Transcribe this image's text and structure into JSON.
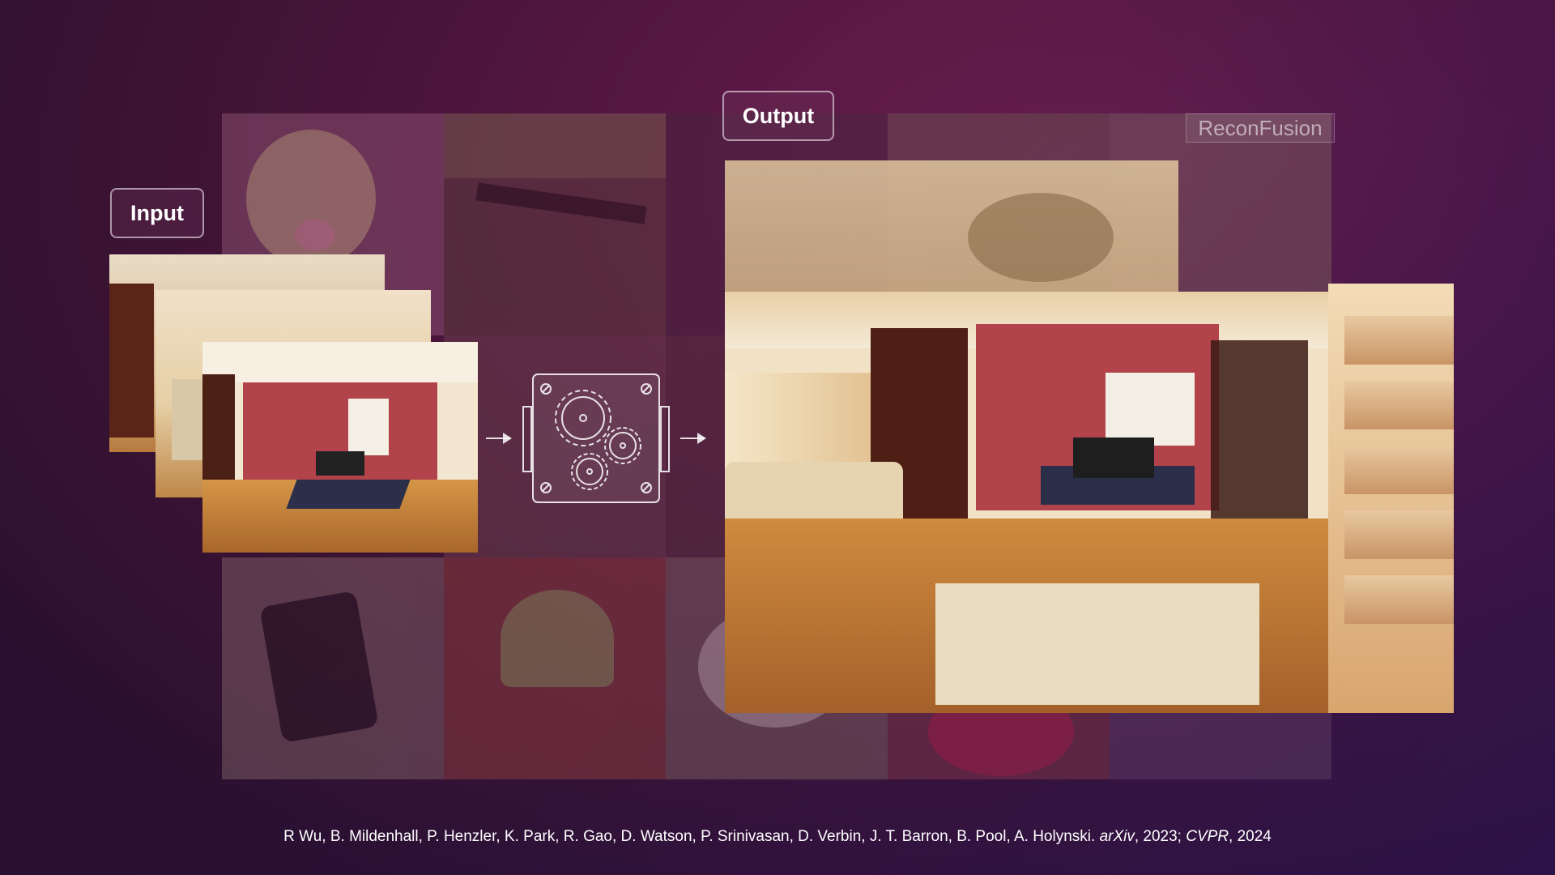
{
  "slide": {
    "input_label": "Input",
    "output_label": "Output",
    "watermark": "ReconFusion",
    "citation": {
      "authors": "R Wu, B. Mildenhall, P. Henzler, K. Park, R. Gao, D. Watson, P. Srinivasan, D. Verbin, J. T. Barron, B. Pool, A. Holynski.",
      "venue1": "arXiv",
      "year1": ", 2023; ",
      "venue2": "CVPR",
      "year2": ", 2024"
    }
  },
  "icons": {
    "model": "gears-icon",
    "arrow": "arrow-right-icon"
  },
  "colors": {
    "accent_wall": "#b3434a",
    "floor": "#c9833f",
    "background": "#521640"
  }
}
